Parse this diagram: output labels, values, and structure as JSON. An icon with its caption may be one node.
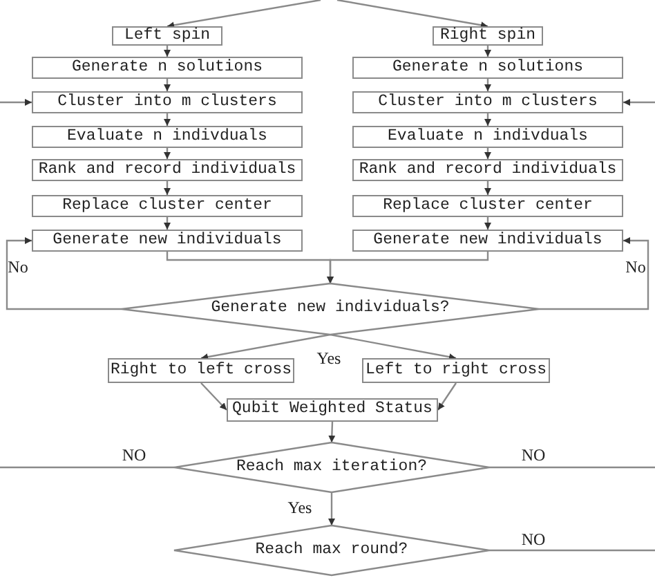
{
  "diagram": {
    "nodes": [
      {
        "text": [
          "Left spin"
        ]
      },
      {
        "text": [
          "Right spin"
        ]
      },
      {
        "text": [
          "Generate n solutions"
        ]
      },
      {
        "text": [
          "Cluster into m clusters"
        ]
      },
      {
        "text": [
          "Evaluate n indivduals"
        ]
      },
      {
        "text": [
          "Rank and record individuals"
        ]
      },
      {
        "text": [
          "Replace cluster center"
        ]
      },
      {
        "text": [
          "Generate new individuals"
        ]
      },
      {
        "text": [
          "Generate n solutions"
        ]
      },
      {
        "text": [
          "Cluster into m clusters"
        ]
      },
      {
        "text": [
          "Evaluate n indivduals"
        ]
      },
      {
        "text": [
          "Rank and record individuals"
        ]
      },
      {
        "text": [
          "Replace cluster center"
        ]
      },
      {
        "text": [
          "Generate new individuals"
        ]
      },
      {
        "text": [
          "Generate new individuals?"
        ]
      },
      {
        "text": [
          "Right to left cross"
        ]
      },
      {
        "text": [
          "Left to right cross"
        ]
      },
      {
        "text": [
          "Qubit Weighted Status"
        ]
      },
      {
        "text": [
          "Reach max iteration?"
        ]
      },
      {
        "text": [
          "Reach max round?"
        ]
      }
    ],
    "edges": [
      {
        "from": null,
        "to": 0,
        "arrow": "to"
      },
      {
        "from": null,
        "to": 1,
        "arrow": "to"
      },
      {
        "from": 0,
        "to": 2,
        "arrow": "to"
      },
      {
        "from": 2,
        "to": 3,
        "arrow": "to"
      },
      {
        "from": 3,
        "to": 4,
        "arrow": "to"
      },
      {
        "from": 4,
        "to": 5,
        "arrow": "to"
      },
      {
        "from": 5,
        "to": 6,
        "arrow": "to"
      },
      {
        "from": 6,
        "to": 7,
        "arrow": "to"
      },
      {
        "from": 1,
        "to": 8,
        "arrow": "to"
      },
      {
        "from": 8,
        "to": 9,
        "arrow": "to"
      },
      {
        "from": 9,
        "to": 10,
        "arrow": "to"
      },
      {
        "from": 10,
        "to": 11,
        "arrow": "to"
      },
      {
        "from": 11,
        "to": 12,
        "arrow": "to"
      },
      {
        "from": 12,
        "to": 13,
        "arrow": "to"
      },
      {
        "from": null,
        "to": 3,
        "arrow": "to"
      },
      {
        "from": null,
        "to": 9,
        "arrow": "to"
      },
      {
        "from": 7,
        "to": 14,
        "arrow": "to"
      },
      {
        "from": 13,
        "to": 14,
        "arrow": "to"
      },
      {
        "from": 14,
        "to": 7,
        "arrow": "to",
        "label": "No"
      },
      {
        "from": 14,
        "to": 13,
        "arrow": "to",
        "label": "No"
      },
      {
        "from": 14,
        "to": 15,
        "arrow": "to"
      },
      {
        "from": 14,
        "to": 16,
        "arrow": "to"
      },
      {
        "from": 15,
        "to": 17,
        "arrow": "to"
      },
      {
        "from": 16,
        "to": 17,
        "arrow": "to"
      },
      {
        "from": 17,
        "to": 18,
        "arrow": "to"
      },
      {
        "from": 18,
        "to": null,
        "arrow": "none",
        "label": "NO"
      },
      {
        "from": 18,
        "to": null,
        "arrow": "none",
        "label": "NO"
      },
      {
        "from": 18,
        "to": 19,
        "arrow": "to",
        "label": "Yes"
      },
      {
        "from": 19,
        "to": null,
        "arrow": "none",
        "label": "NO"
      }
    ],
    "labels": [
      "Yes"
    ]
  }
}
